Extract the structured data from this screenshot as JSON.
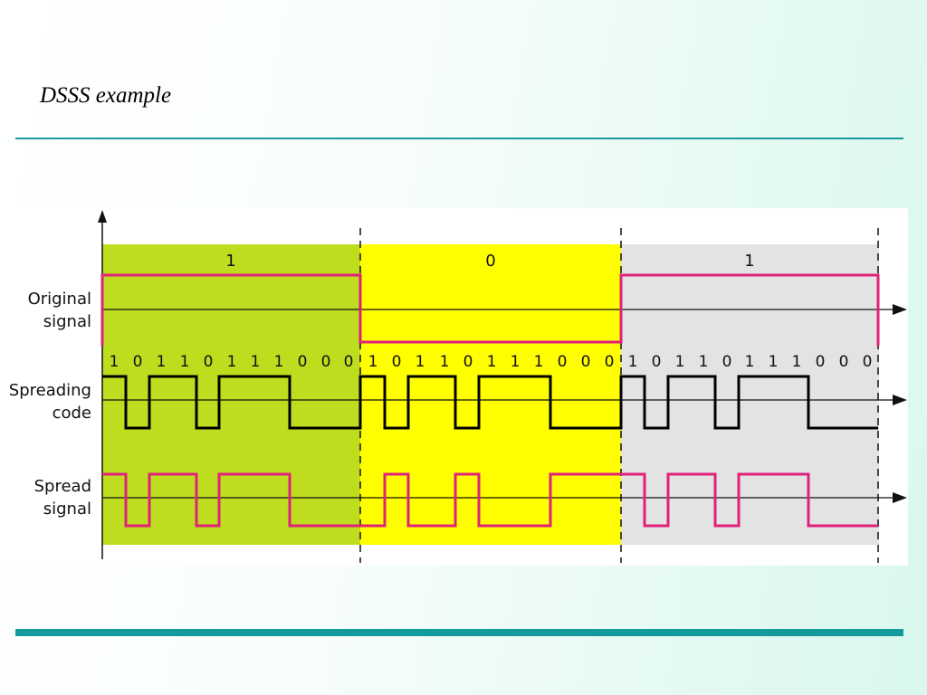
{
  "slide": {
    "title": "DSSS example"
  },
  "diagram": {
    "data_bits": [
      "1",
      "0",
      "1"
    ],
    "chips": [
      "1",
      "0",
      "1",
      "1",
      "0",
      "1",
      "1",
      "1",
      "0",
      "0",
      "0"
    ],
    "row_labels": {
      "original": [
        "Original",
        "signal"
      ],
      "spreading": [
        "Spreading",
        "code"
      ],
      "spread": [
        "Spread",
        "signal"
      ]
    },
    "colors": {
      "accent_teal": "#1a9a9a",
      "signal_pink": "#e0217a",
      "code_black": "#000000",
      "bit1_bg": "#bedd1e",
      "bit0_bg": "#ffff00",
      "bit3_bg": "#e3e3e3"
    }
  }
}
